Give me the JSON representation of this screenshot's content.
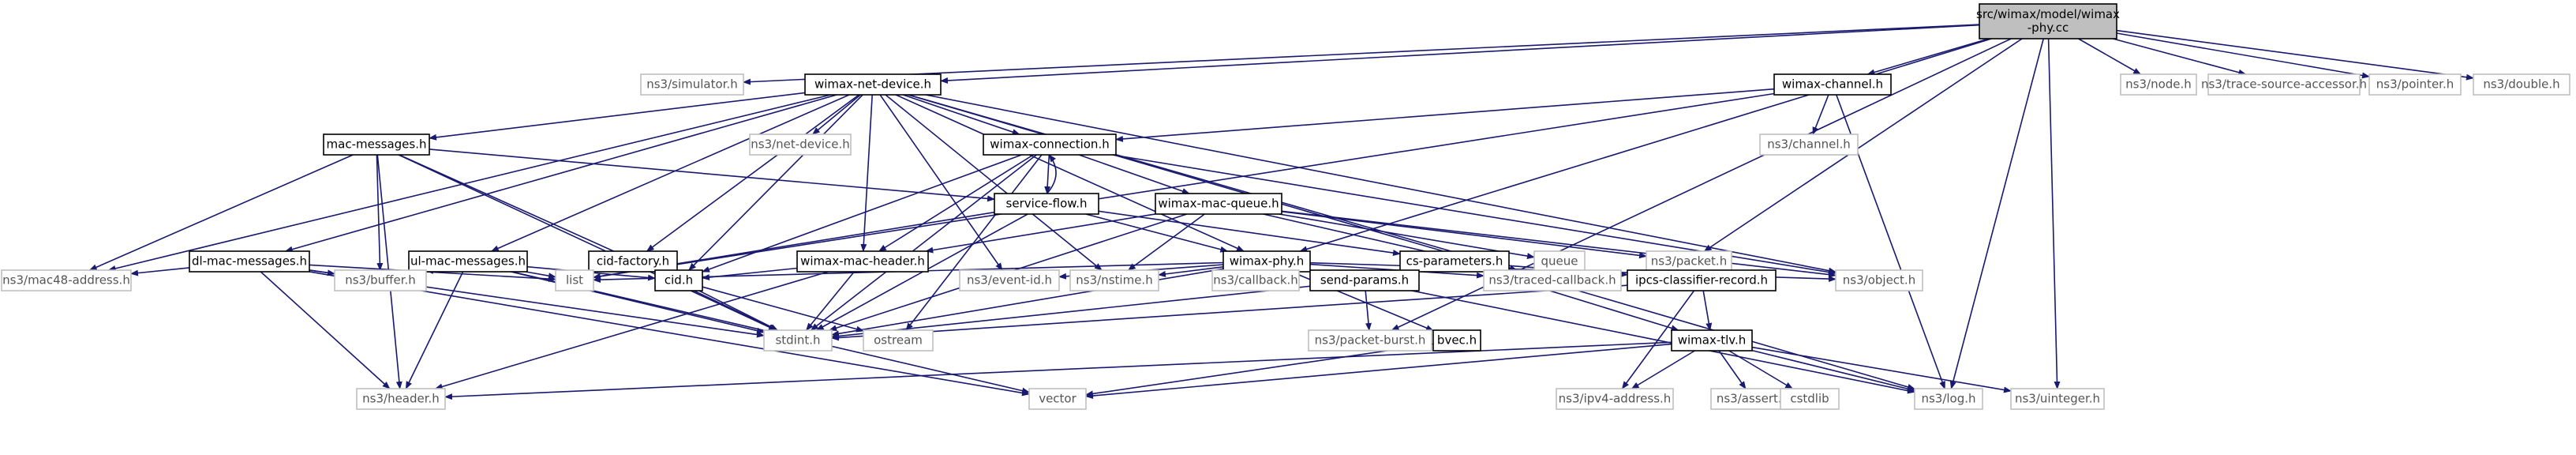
{
  "diagram": {
    "colors": {
      "edge": "#191970",
      "node_border": "#000000",
      "system_border": "#bfbfbf",
      "root_fill": "#bfbfbf",
      "node_fill": "#ffffff"
    },
    "nodes": [
      {
        "id": "root",
        "lines": [
          "src/wimax/model/wimax",
          "-phy.cc"
        ],
        "kind": "root"
      },
      {
        "id": "simulator",
        "lines": [
          "ns3/simulator.h"
        ],
        "kind": "system"
      },
      {
        "id": "netdev",
        "lines": [
          "wimax-net-device.h"
        ],
        "kind": "primary"
      },
      {
        "id": "channel",
        "lines": [
          "wimax-channel.h"
        ],
        "kind": "primary"
      },
      {
        "id": "node",
        "lines": [
          "ns3/node.h"
        ],
        "kind": "system"
      },
      {
        "id": "tsa",
        "lines": [
          "ns3/trace-source-accessor.h"
        ],
        "kind": "system"
      },
      {
        "id": "pointer",
        "lines": [
          "ns3/pointer.h"
        ],
        "kind": "system"
      },
      {
        "id": "double",
        "lines": [
          "ns3/double.h"
        ],
        "kind": "system"
      },
      {
        "id": "macmsg",
        "lines": [
          "mac-messages.h"
        ],
        "kind": "primary"
      },
      {
        "id": "nsnetdev",
        "lines": [
          "ns3/net-device.h"
        ],
        "kind": "system"
      },
      {
        "id": "conn",
        "lines": [
          "wimax-connection.h"
        ],
        "kind": "primary"
      },
      {
        "id": "nschannel",
        "lines": [
          "ns3/channel.h"
        ],
        "kind": "system"
      },
      {
        "id": "sflow",
        "lines": [
          "service-flow.h"
        ],
        "kind": "primary"
      },
      {
        "id": "macq",
        "lines": [
          "wimax-mac-queue.h"
        ],
        "kind": "primary"
      },
      {
        "id": "dlmsg",
        "lines": [
          "dl-mac-messages.h"
        ],
        "kind": "primary"
      },
      {
        "id": "ulmsg",
        "lines": [
          "ul-mac-messages.h"
        ],
        "kind": "primary"
      },
      {
        "id": "cidfac",
        "lines": [
          "cid-factory.h"
        ],
        "kind": "primary"
      },
      {
        "id": "machdr",
        "lines": [
          "wimax-mac-header.h"
        ],
        "kind": "primary"
      },
      {
        "id": "csparam",
        "lines": [
          "cs-parameters.h"
        ],
        "kind": "primary"
      },
      {
        "id": "queue",
        "lines": [
          "queue"
        ],
        "kind": "system"
      },
      {
        "id": "packet",
        "lines": [
          "ns3/packet.h"
        ],
        "kind": "system"
      },
      {
        "id": "phy",
        "lines": [
          "wimax-phy.h"
        ],
        "kind": "primary"
      },
      {
        "id": "mac48",
        "lines": [
          "ns3/mac48-address.h"
        ],
        "kind": "system"
      },
      {
        "id": "buffer",
        "lines": [
          "ns3/buffer.h"
        ],
        "kind": "system"
      },
      {
        "id": "list",
        "lines": [
          "list"
        ],
        "kind": "system"
      },
      {
        "id": "cid",
        "lines": [
          "cid.h"
        ],
        "kind": "primary"
      },
      {
        "id": "eventid",
        "lines": [
          "ns3/event-id.h"
        ],
        "kind": "system"
      },
      {
        "id": "nstime",
        "lines": [
          "ns3/nstime.h"
        ],
        "kind": "system"
      },
      {
        "id": "callback",
        "lines": [
          "ns3/callback.h"
        ],
        "kind": "system"
      },
      {
        "id": "sendparams",
        "lines": [
          "send-params.h"
        ],
        "kind": "primary"
      },
      {
        "id": "traced",
        "lines": [
          "ns3/traced-callback.h"
        ],
        "kind": "system"
      },
      {
        "id": "ipcs",
        "lines": [
          "ipcs-classifier-record.h"
        ],
        "kind": "primary"
      },
      {
        "id": "object",
        "lines": [
          "ns3/object.h"
        ],
        "kind": "system"
      },
      {
        "id": "stdint",
        "lines": [
          "stdint.h"
        ],
        "kind": "system"
      },
      {
        "id": "ostream",
        "lines": [
          "ostream"
        ],
        "kind": "system"
      },
      {
        "id": "pktburst",
        "lines": [
          "ns3/packet-burst.h"
        ],
        "kind": "system"
      },
      {
        "id": "bvec",
        "lines": [
          "bvec.h"
        ],
        "kind": "primary"
      },
      {
        "id": "tlv",
        "lines": [
          "wimax-tlv.h"
        ],
        "kind": "primary"
      },
      {
        "id": "header",
        "lines": [
          "ns3/header.h"
        ],
        "kind": "system"
      },
      {
        "id": "vector",
        "lines": [
          "vector"
        ],
        "kind": "system"
      },
      {
        "id": "ipv4",
        "lines": [
          "ns3/ipv4-address.h"
        ],
        "kind": "system"
      },
      {
        "id": "assert",
        "lines": [
          "ns3/assert.h"
        ],
        "kind": "system"
      },
      {
        "id": "cstdlib",
        "lines": [
          "cstdlib"
        ],
        "kind": "system"
      },
      {
        "id": "log",
        "lines": [
          "ns3/log.h"
        ],
        "kind": "system"
      },
      {
        "id": "uinteger",
        "lines": [
          "ns3/uinteger.h"
        ],
        "kind": "system"
      }
    ],
    "edges": [
      [
        "root",
        "simulator"
      ],
      [
        "root",
        "netdev"
      ],
      [
        "root",
        "channel"
      ],
      [
        "root",
        "node"
      ],
      [
        "root",
        "tsa"
      ],
      [
        "root",
        "pointer"
      ],
      [
        "root",
        "double"
      ],
      [
        "root",
        "phy"
      ],
      [
        "root",
        "log"
      ],
      [
        "root",
        "uinteger"
      ],
      [
        "root",
        "packet"
      ],
      [
        "root",
        "pktburst"
      ],
      [
        "netdev",
        "nsnetdev"
      ],
      [
        "netdev",
        "macmsg"
      ],
      [
        "netdev",
        "conn"
      ],
      [
        "netdev",
        "dlmsg"
      ],
      [
        "netdev",
        "ulmsg"
      ],
      [
        "netdev",
        "cidfac"
      ],
      [
        "netdev",
        "machdr"
      ],
      [
        "netdev",
        "phy"
      ],
      [
        "netdev",
        "mac48"
      ],
      [
        "netdev",
        "cid"
      ],
      [
        "netdev",
        "eventid"
      ],
      [
        "netdev",
        "nstime"
      ],
      [
        "netdev",
        "traced"
      ],
      [
        "netdev",
        "log"
      ],
      [
        "netdev",
        "object"
      ],
      [
        "channel",
        "conn"
      ],
      [
        "channel",
        "nschannel"
      ],
      [
        "channel",
        "list"
      ],
      [
        "channel",
        "log"
      ],
      [
        "macmsg",
        "sflow"
      ],
      [
        "macmsg",
        "mac48"
      ],
      [
        "macmsg",
        "buffer"
      ],
      [
        "macmsg",
        "cid"
      ],
      [
        "macmsg",
        "header"
      ],
      [
        "macmsg",
        "stdint"
      ],
      [
        "conn",
        "sflow"
      ],
      [
        "conn",
        "macq"
      ],
      [
        "conn",
        "machdr"
      ],
      [
        "conn",
        "cid"
      ],
      [
        "conn",
        "stdint"
      ],
      [
        "conn",
        "ostream"
      ],
      [
        "conn",
        "object"
      ],
      [
        "sflow",
        "conn"
      ],
      [
        "sflow",
        "csparam"
      ],
      [
        "sflow",
        "phy"
      ],
      [
        "sflow",
        "list"
      ],
      [
        "sflow",
        "stdint"
      ],
      [
        "macq",
        "machdr"
      ],
      [
        "macq",
        "packet"
      ],
      [
        "macq",
        "queue"
      ],
      [
        "macq",
        "traced"
      ],
      [
        "macq",
        "nstime"
      ],
      [
        "macq",
        "object"
      ],
      [
        "macq",
        "stdint"
      ],
      [
        "dlmsg",
        "mac48"
      ],
      [
        "dlmsg",
        "buffer"
      ],
      [
        "dlmsg",
        "list"
      ],
      [
        "dlmsg",
        "stdint"
      ],
      [
        "dlmsg",
        "header"
      ],
      [
        "dlmsg",
        "vector"
      ],
      [
        "ulmsg",
        "buffer"
      ],
      [
        "ulmsg",
        "list"
      ],
      [
        "ulmsg",
        "cid"
      ],
      [
        "ulmsg",
        "stdint"
      ],
      [
        "ulmsg",
        "header"
      ],
      [
        "ulmsg",
        "vector"
      ],
      [
        "cidfac",
        "cid"
      ],
      [
        "cidfac",
        "stdint"
      ],
      [
        "machdr",
        "cid"
      ],
      [
        "machdr",
        "stdint"
      ],
      [
        "machdr",
        "header"
      ],
      [
        "csparam",
        "ipcs"
      ],
      [
        "csparam",
        "tlv"
      ],
      [
        "phy",
        "list"
      ],
      [
        "phy",
        "eventid"
      ],
      [
        "phy",
        "nstime"
      ],
      [
        "phy",
        "callback"
      ],
      [
        "phy",
        "sendparams"
      ],
      [
        "phy",
        "traced"
      ],
      [
        "phy",
        "object"
      ],
      [
        "phy",
        "bvec"
      ],
      [
        "phy",
        "stdint"
      ],
      [
        "phy",
        "log"
      ],
      [
        "cid",
        "stdint"
      ],
      [
        "cid",
        "ostream"
      ],
      [
        "sendparams",
        "pktburst"
      ],
      [
        "sendparams",
        "stdint"
      ],
      [
        "ipcs",
        "tlv"
      ],
      [
        "ipcs",
        "ipv4"
      ],
      [
        "ipcs",
        "stdint"
      ],
      [
        "bvec",
        "vector"
      ],
      [
        "tlv",
        "header"
      ],
      [
        "tlv",
        "vector"
      ],
      [
        "tlv",
        "ipv4"
      ],
      [
        "tlv",
        "assert"
      ],
      [
        "tlv",
        "cstdlib"
      ],
      [
        "tlv",
        "log"
      ],
      [
        "tlv",
        "uinteger"
      ]
    ]
  }
}
